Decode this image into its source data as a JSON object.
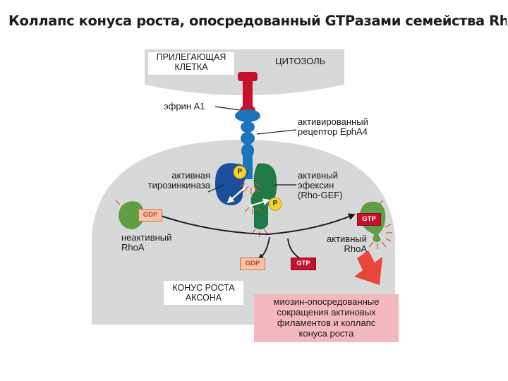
{
  "title": "Коллапс конуса роста, опосредованный GTPазами семейства Rho. .",
  "labels": {
    "adjacent_cell": [
      "ПРИЛЕГАЮЩАЯ",
      "КЛЕТКА"
    ],
    "cytosol": "ЦИТОЗОЛЬ",
    "ephrin": "эфрин А1",
    "receptor": [
      "активированный",
      "рецептор EphA4"
    ],
    "kinase": [
      "активная",
      "тирозинкиназа"
    ],
    "ephexin": [
      "активный",
      "эфексин",
      "(Rho-GEF)"
    ],
    "inactive_rhoa": [
      "неактивный",
      "RhoA"
    ],
    "active_rhoa": [
      "активный",
      "RhoA"
    ],
    "growth_cone": [
      "КОНУС РОСТА",
      "АКСОНА"
    ],
    "result": [
      "миозин-опосредованные",
      "сокращения актиновых",
      "филаментов и коллапс",
      "конуса роста"
    ]
  },
  "tags": {
    "gdp_left": "GDP",
    "gtp_right": "GTP",
    "gdp_bottom": "GDP",
    "gtp_bottom": "GTP"
  },
  "phospho": {
    "p1": "P",
    "p2": "P"
  },
  "colors": {
    "cell_fill": "#d7d8d8",
    "ephrin_red": "#c8102e",
    "receptor_blue": "#1b75bb",
    "kinase_dark_blue": "#1b4f9c",
    "gef_green": "#1f7a46",
    "rhoa_green": "#5e9e45",
    "phosphate_yellow": "#f5d430",
    "result_pink": "#f4b9bf",
    "arrow_red": "#e8463c"
  }
}
